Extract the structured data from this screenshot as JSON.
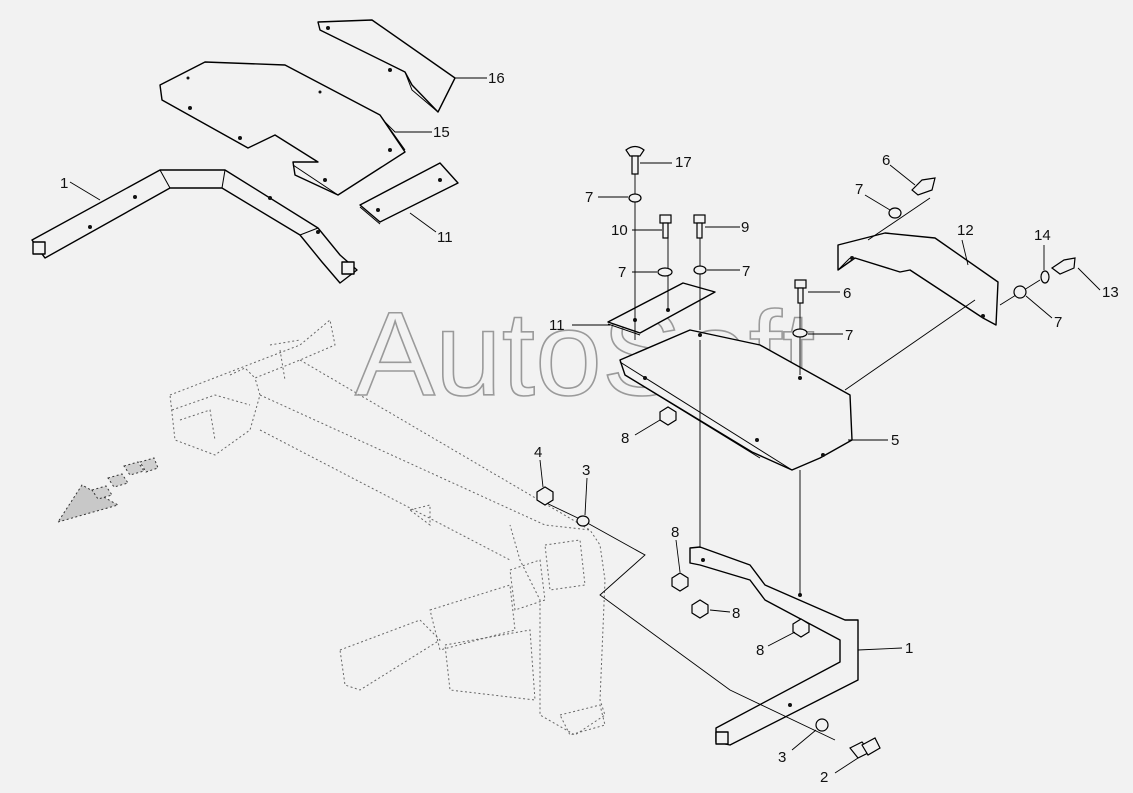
{
  "watermark": "AutoSoft",
  "callouts": {
    "c1a": "1",
    "c1b": "1",
    "c2": "2",
    "c3a": "3",
    "c3b": "3",
    "c4": "4",
    "c5": "5",
    "c6a": "6",
    "c6b": "6",
    "c7a": "7",
    "c7b": "7",
    "c7c": "7",
    "c7d": "7",
    "c7e": "7",
    "c7f": "7",
    "c8a": "8",
    "c8b": "8",
    "c8c": "8",
    "c8d": "8",
    "c9": "9",
    "c10": "10",
    "c11a": "11",
    "c11b": "11",
    "c12": "12",
    "c13": "13",
    "c14": "14",
    "c15": "15",
    "c16": "16",
    "c17": "17"
  },
  "colors": {
    "background": "#f2f2f2",
    "line": "#000000",
    "watermark": "#9a9a9a"
  }
}
